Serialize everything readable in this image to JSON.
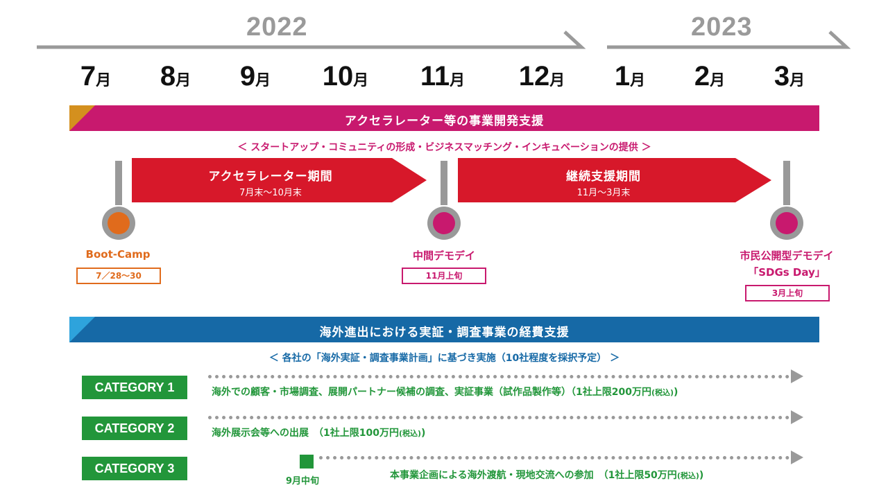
{
  "years": {
    "y2022": "2022",
    "y2023": "2023"
  },
  "month_suffix": "月",
  "months": [
    "7",
    "8",
    "9",
    "10",
    "11",
    "12",
    "1",
    "2",
    "3"
  ],
  "accel_section": {
    "title": "アクセラレーター等の事業開発支援",
    "subtitle": "＜ スタートアップ・コミュニティの形成・ビジネスマッチング・インキュベーションの提供 ＞",
    "phase1": {
      "title": "アクセラレーター期間",
      "period": "7月末〜10月末"
    },
    "phase2": {
      "title": "継続支援期間",
      "period": "11月〜3月末"
    },
    "milestones": [
      {
        "label": "Boot-Camp",
        "date": "7／28〜30"
      },
      {
        "label": "中間デモデイ",
        "date": "11月上旬"
      },
      {
        "label": "市民公開型デモデイ",
        "label2": "「SDGs Day」",
        "date": "3月上旬"
      }
    ]
  },
  "overseas_section": {
    "title": "海外進出における実証・調査事業の経費支援",
    "subtitle": "＜ 各社の「海外実証・調査事業計画」に基づき実施（10社程度を採択予定） ＞",
    "categories": [
      {
        "name": "CATEGORY 1",
        "desc": "海外での顧客・市場調査、展開パートナー候補の調査、実証事業（試作品製作等）（1社上限200万円",
        "tax": "(税込)",
        "close": ")"
      },
      {
        "name": "CATEGORY 2",
        "desc": "海外展示会等への出展　（1社上限100万円",
        "tax": "(税込)",
        "close": ")"
      },
      {
        "name": "CATEGORY 3",
        "desc": "本事業企画による海外渡航・現地交流への参加　（1社上限50万円",
        "tax": "(税込)",
        "close": ")",
        "start_label": "9月中旬"
      }
    ]
  },
  "colors": {
    "pink": "#c8196e",
    "red": "#d7182a",
    "orange": "#e06b1c",
    "blue": "#1669a6",
    "green": "#22963a",
    "gray": "#9a9a9a"
  }
}
